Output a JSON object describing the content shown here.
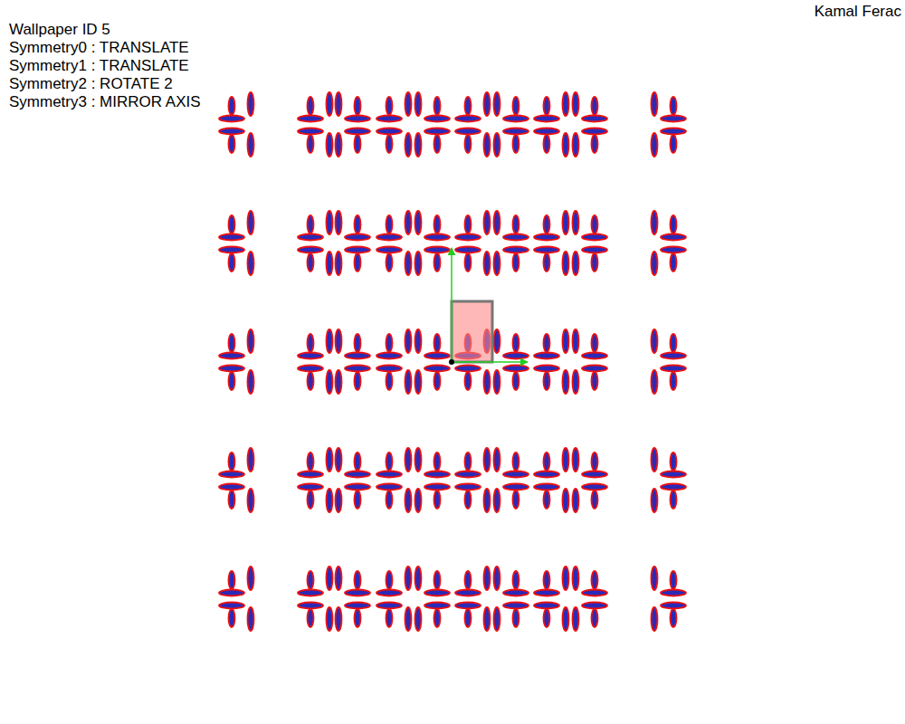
{
  "diagram": {
    "labels": [
      "Wallpaper ID 5",
      "Symmetry0 : TRANSLATE",
      "Symmetry1 : TRANSLATE",
      "Symmetry2 : ROTATE 2",
      "Symmetry3 : MIRROR AXIS",
      "Kamal Ferac"
    ]
  }
}
